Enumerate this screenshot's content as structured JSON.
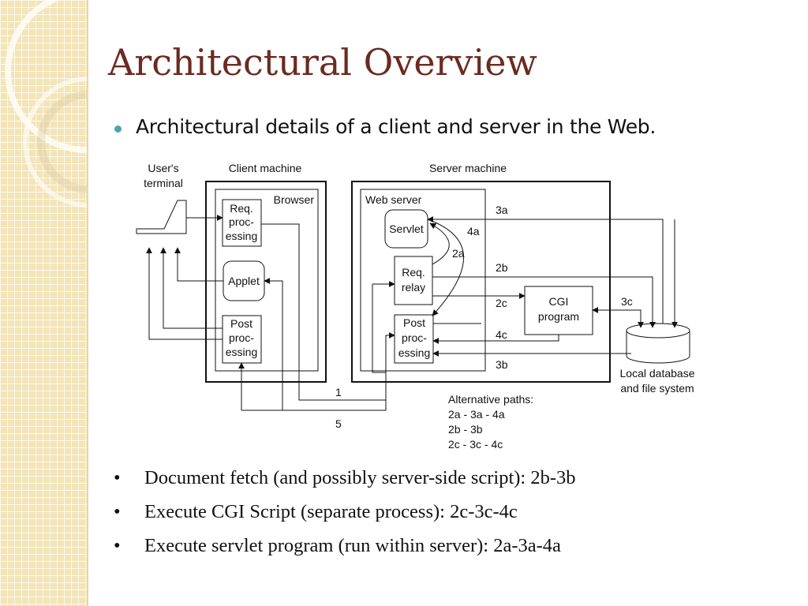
{
  "slide": {
    "title": "Architectural Overview",
    "subtitle": "Architectural details of a client and server in the Web."
  },
  "diagram": {
    "users_terminal": [
      "User's",
      "terminal"
    ],
    "client_machine": "Client machine",
    "server_machine": "Server machine",
    "browser": "Browser",
    "web_server": "Web server",
    "req_processing": [
      "Req.",
      "proc-",
      "essing"
    ],
    "applet": "Applet",
    "post_processing": [
      "Post",
      "proc-",
      "essing"
    ],
    "servlet": "Servlet",
    "req_relay": [
      "Req.",
      "relay"
    ],
    "server_post_processing": [
      "Post",
      "proc-",
      "essing"
    ],
    "cgi_program": [
      "CGI",
      "program"
    ],
    "local_database": [
      "Local database",
      "and file system"
    ],
    "path_labels": {
      "p3a": "3a",
      "p4a": "4a",
      "p2a": "2a",
      "p2b": "2b",
      "p2c": "2c",
      "p3c": "3c",
      "p4c": "4c",
      "p3b": "3b",
      "p1": "1",
      "p5": "5"
    },
    "alternative_paths": [
      "Alternative paths:",
      "2a - 3a - 4a",
      "2b - 3b",
      "2c - 3c - 4c"
    ]
  },
  "bullets": [
    {
      "marker": "•",
      "text": "Document fetch (and possibly server-side script): 2b-3b"
    },
    {
      "marker": "•",
      "text": "Execute CGI Script (separate process): 2c-3c-4c"
    },
    {
      "marker": "•",
      "text": "Execute servlet program (run within server): 2a-3a-4a"
    }
  ],
  "colors": {
    "title": "#6b2b20",
    "bullet_accent": "#4ba6b4",
    "side_panel": "#f3e5b8"
  }
}
